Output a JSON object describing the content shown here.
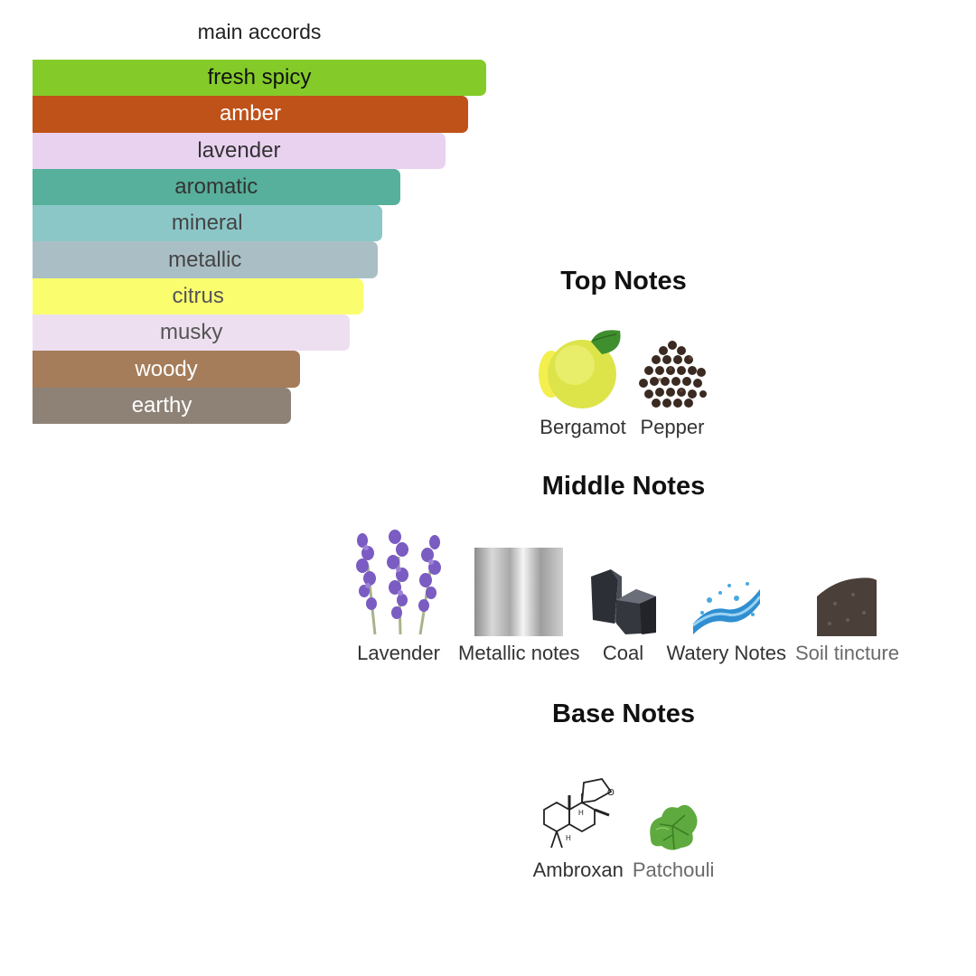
{
  "accords": {
    "title": "main accords",
    "items": [
      {
        "label": "fresh spicy",
        "level": 100,
        "color": "#84cb2a",
        "text_color": "#111111"
      },
      {
        "label": "amber",
        "level": 96,
        "color": "#bf5219",
        "text_color": "#ffffff"
      },
      {
        "label": "lavender",
        "level": 91,
        "color": "#e9d2f0",
        "text_color": "#333333"
      },
      {
        "label": "aromatic",
        "level": 81,
        "color": "#56b09b",
        "text_color": "#333333"
      },
      {
        "label": "mineral",
        "level": 77,
        "color": "#8cc7c8",
        "text_color": "#444444"
      },
      {
        "label": "metallic",
        "level": 76,
        "color": "#aabfc5",
        "text_color": "#444444"
      },
      {
        "label": "citrus",
        "level": 73,
        "color": "#fafe6e",
        "text_color": "#555555"
      },
      {
        "label": "musky",
        "level": 70,
        "color": "#eddff0",
        "text_color": "#555555"
      },
      {
        "label": "woody",
        "level": 59,
        "color": "#a57d5a",
        "text_color": "#ffffff"
      },
      {
        "label": "earthy",
        "level": 57,
        "color": "#8e8277",
        "text_color": "#ffffff"
      }
    ]
  },
  "top_notes": {
    "title": "Top Notes",
    "items": [
      {
        "label": "Bergamot",
        "icon": "bergamot-icon"
      },
      {
        "label": "Pepper",
        "icon": "pepper-icon"
      }
    ]
  },
  "middle_notes": {
    "title": "Middle Notes",
    "items": [
      {
        "label": "Lavender",
        "icon": "lavender-icon"
      },
      {
        "label": "Metallic notes",
        "icon": "metal-icon"
      },
      {
        "label": "Coal",
        "icon": "coal-icon"
      },
      {
        "label": "Watery Notes",
        "icon": "water-splash-icon"
      },
      {
        "label": "Soil tincture",
        "icon": "soil-icon"
      }
    ]
  },
  "base_notes": {
    "title": "Base Notes",
    "items": [
      {
        "label": "Ambroxan",
        "icon": "molecule-icon"
      },
      {
        "label": "Patchouli",
        "icon": "leaf-icon"
      }
    ]
  }
}
